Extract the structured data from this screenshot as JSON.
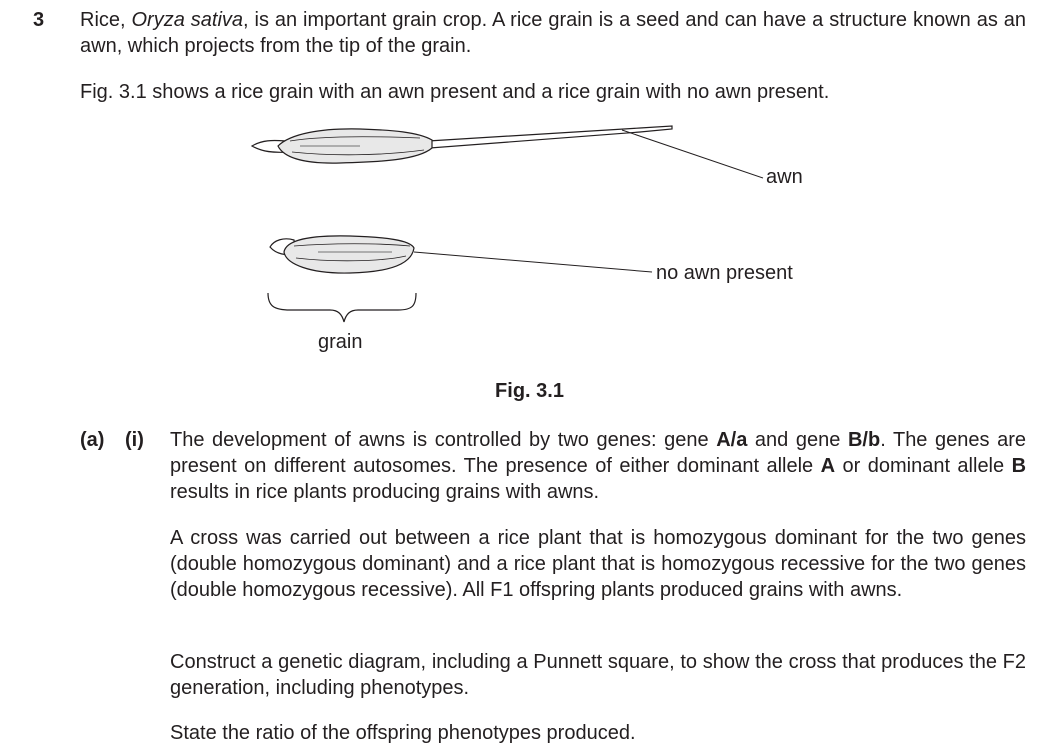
{
  "question": {
    "number": "3",
    "intro": {
      "line1_before": "Rice, ",
      "line1_italic": "Oryza sativa",
      "line1_after": ", is an important grain crop. A rice grain is a seed and can have a structure known as an awn, which projects from the tip of the grain."
    },
    "fig_intro": "Fig. 3.1 shows a rice grain with an awn present and a rice grain with no awn present.",
    "figure": {
      "label_awn": "awn",
      "label_no_awn": "no awn present",
      "label_grain": "grain",
      "caption": "Fig. 3.1"
    },
    "part_a": {
      "label": "(a)",
      "sub_label": "(i)",
      "p1_a": "The development of awns is controlled by two genes: gene ",
      "p1_gene1": "A/a",
      "p1_b": " and gene ",
      "p1_gene2": "B/b",
      "p1_c": ". The genes are present on different autosomes. The presence of either dominant allele ",
      "p1_allele1": "A",
      "p1_d": " or dominant allele ",
      "p1_allele2": "B",
      "p1_e": " results in rice plants producing grains with awns.",
      "p2": "A cross was carried out between a rice plant that is homozygous dominant for the two genes (double homozygous dominant) and a rice plant that is homozygous recessive for the two genes (double homozygous recessive). All F1 offspring plants produced grains with awns.",
      "p3": "Construct a genetic diagram, including a Punnett square, to show the cross that produces the F2 generation, including phenotypes.",
      "p4": "State the ratio of the offspring phenotypes produced."
    }
  }
}
